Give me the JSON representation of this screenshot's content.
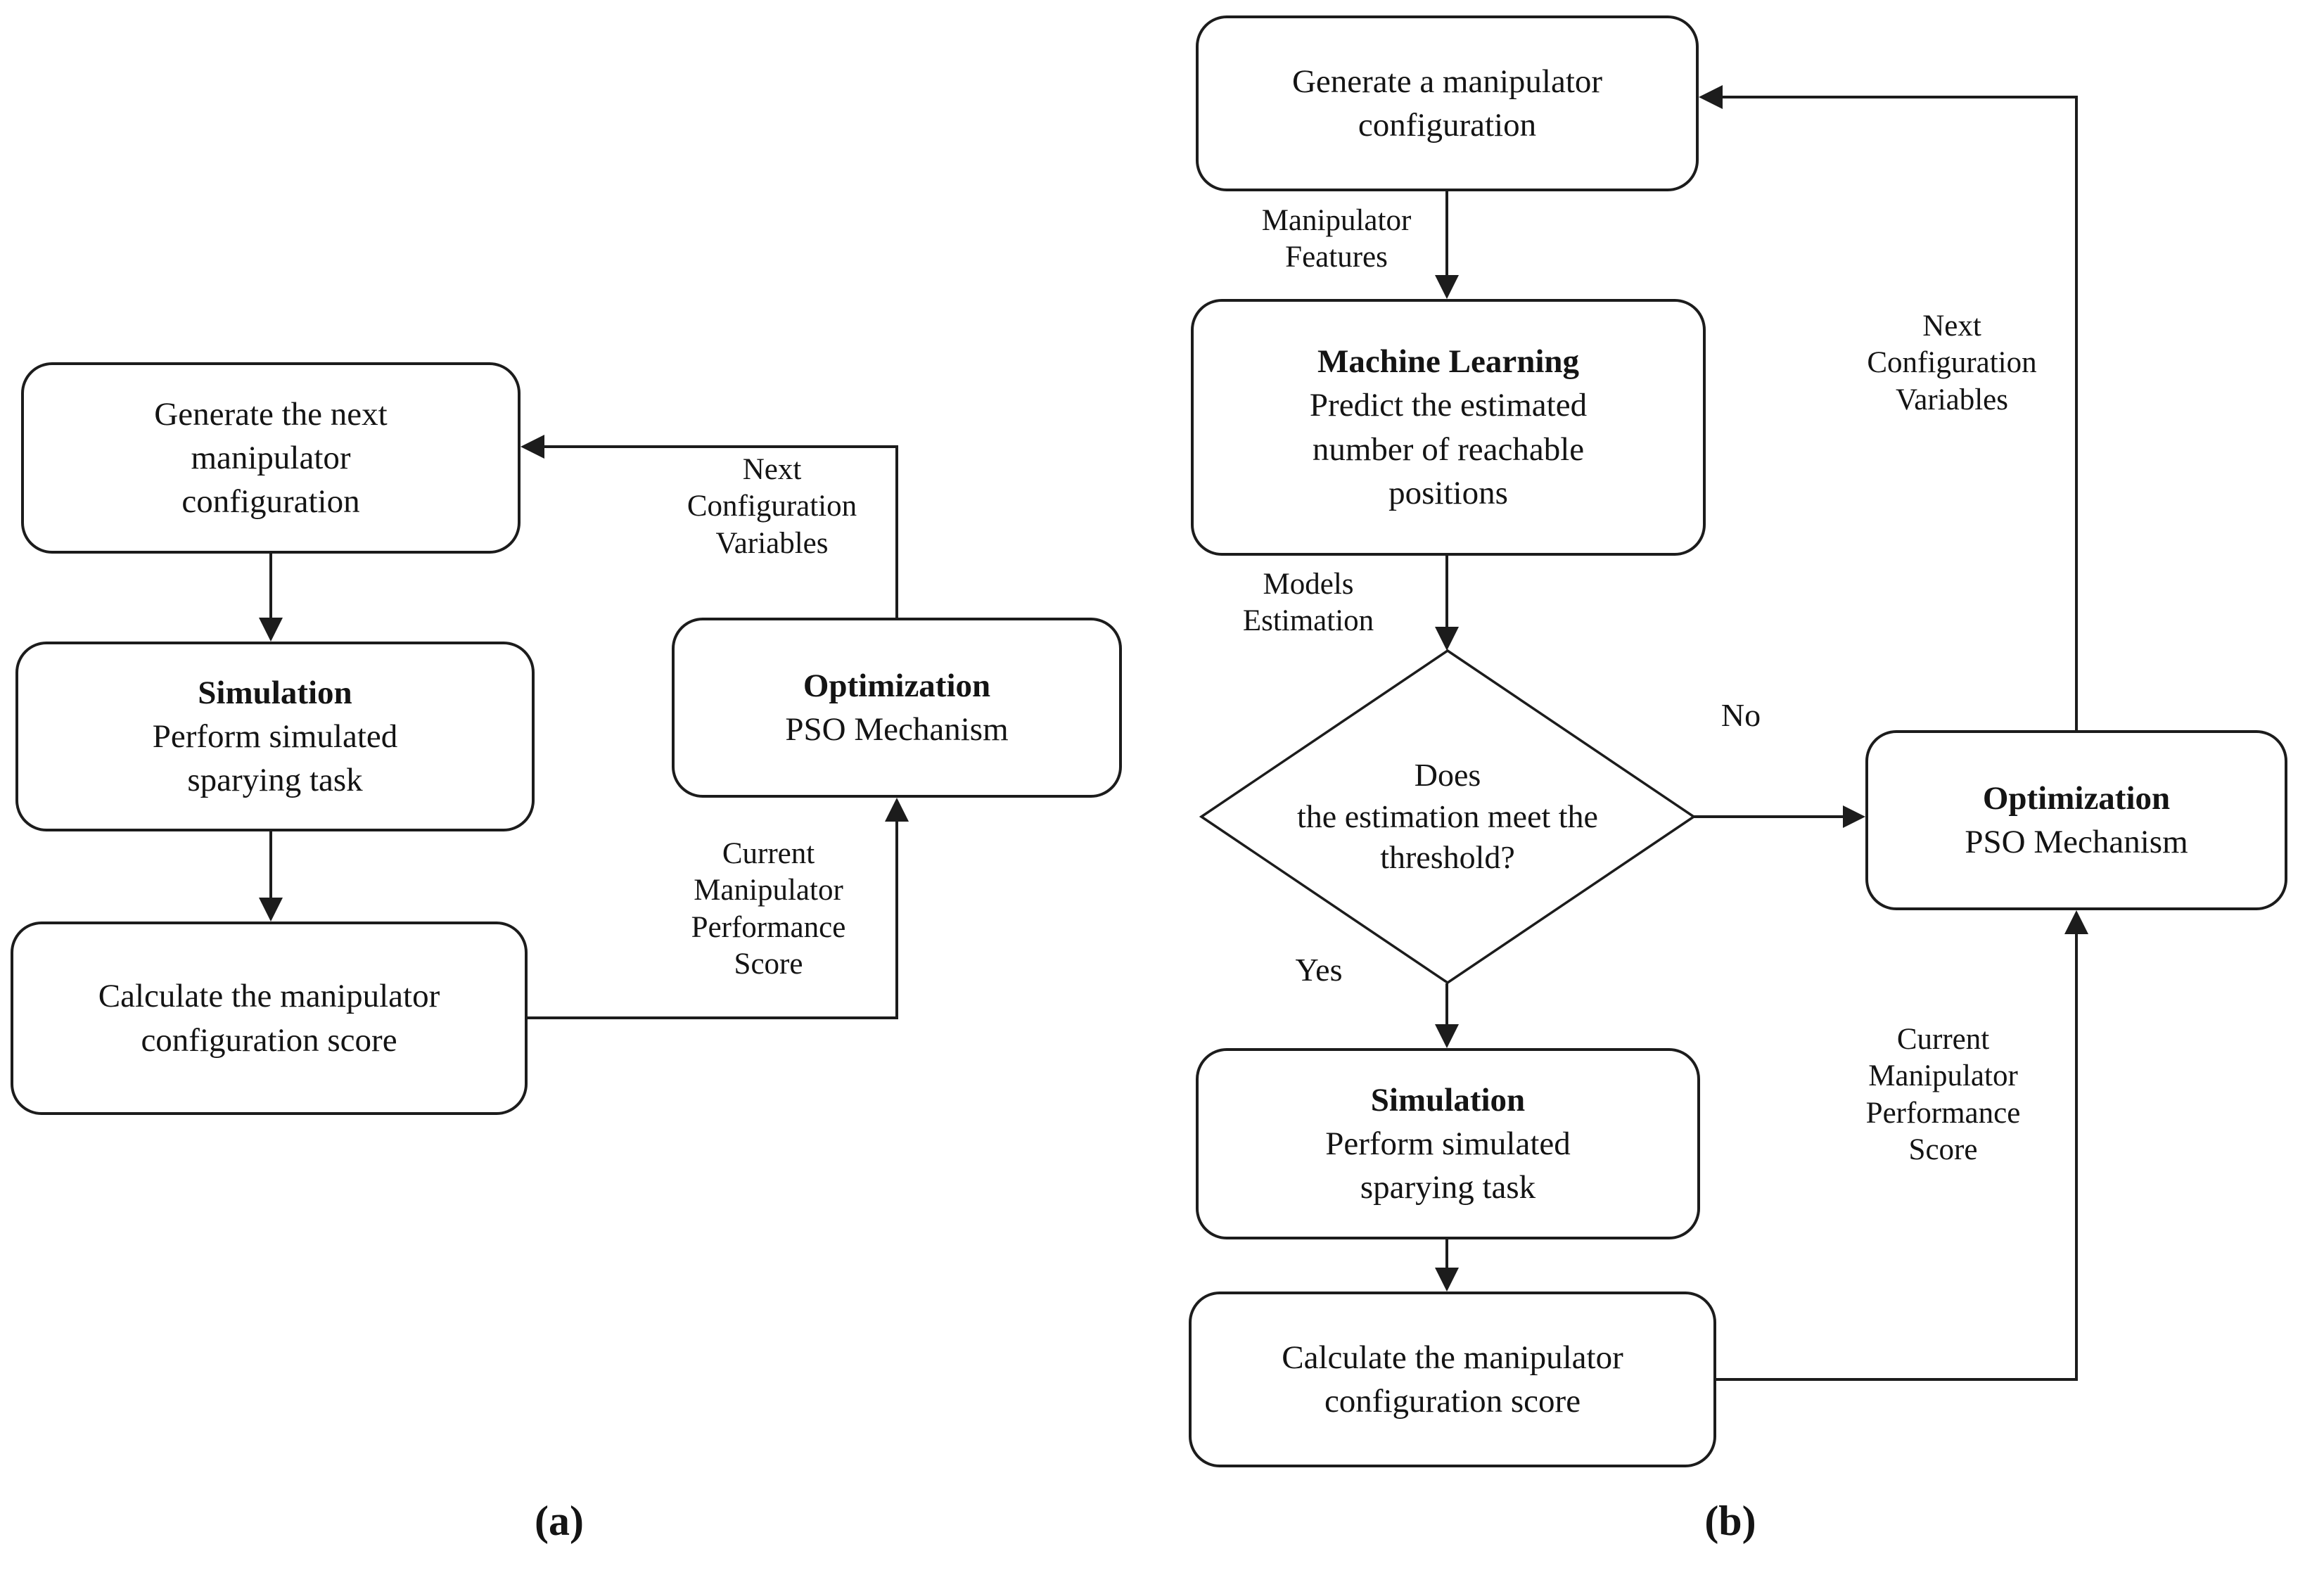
{
  "figure": {
    "caption_a": "(a)",
    "caption_b": "(b)"
  },
  "colors": {
    "ink": "#1c1c1c",
    "background": "#ffffff"
  },
  "flowchart_a": {
    "generate": {
      "line1": "Generate the next",
      "line2": "manipulator",
      "line3": "configuration"
    },
    "simulation": {
      "title": "Simulation",
      "line1": "Perform simulated",
      "line2": "sparying task"
    },
    "calculate": {
      "line1": "Calculate the manipulator",
      "line2": "configuration score"
    },
    "optimization": {
      "title": "Optimization",
      "line1": "PSO Mechanism"
    },
    "label_next_configuration": {
      "line1": "Next",
      "line2": "Configuration",
      "line3": "Variables"
    },
    "label_current_score": {
      "line1": "Current",
      "line2": "Manipulator",
      "line3": "Performance",
      "line4": "Score"
    }
  },
  "flowchart_b": {
    "generate": {
      "line1": "Generate a manipulator",
      "line2": "configuration"
    },
    "label_manipulator_features": {
      "line1": "Manipulator",
      "line2": "Features"
    },
    "machine_learning": {
      "title": "Machine Learning",
      "line1": "Predict the estimated",
      "line2": "number of reachable",
      "line3": "positions"
    },
    "label_models_estimation": {
      "line1": "Models",
      "line2": "Estimation"
    },
    "decision": {
      "line1": "Does",
      "line2": "the estimation meet the",
      "line3": "threshold?"
    },
    "label_no": "No",
    "label_yes": "Yes",
    "optimization": {
      "title": "Optimization",
      "line1": "PSO Mechanism"
    },
    "simulation": {
      "title": "Simulation",
      "line1": "Perform simulated",
      "line2": "sparying task"
    },
    "calculate": {
      "line1": "Calculate the manipulator",
      "line2": "configuration score"
    },
    "label_next_configuration": {
      "line1": "Next",
      "line2": "Configuration",
      "line3": "Variables"
    },
    "label_current_score": {
      "line1": "Current",
      "line2": "Manipulator",
      "line3": "Performance",
      "line4": "Score"
    }
  }
}
